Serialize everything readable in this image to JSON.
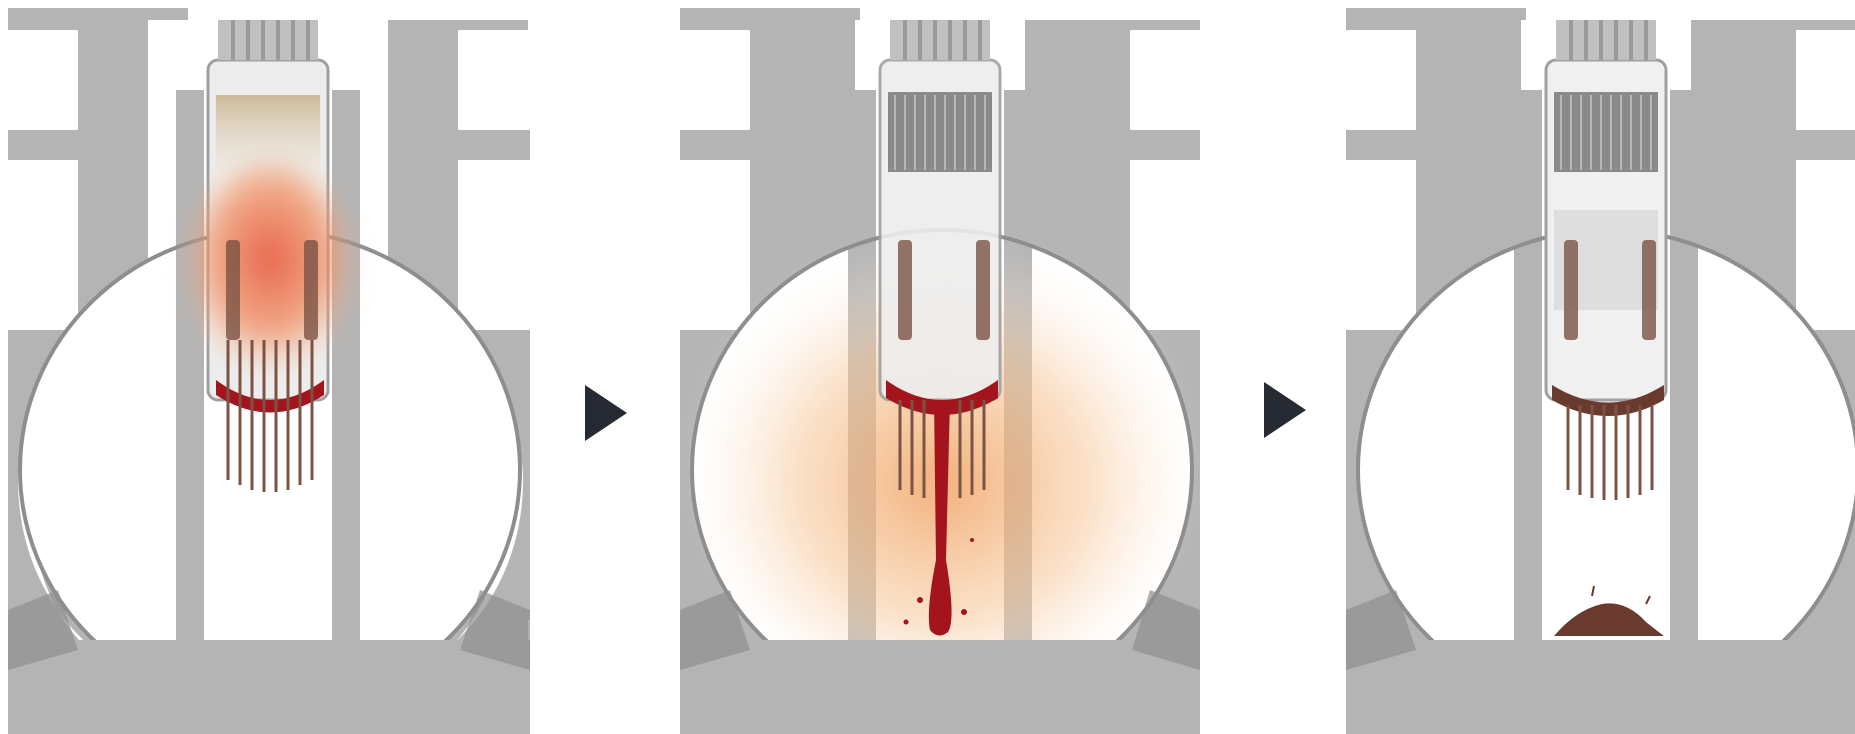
{
  "diagram": {
    "stages": [
      {
        "id": "overheating",
        "icon": "reactor-core-overheating-icon"
      },
      {
        "id": "melt-through",
        "icon": "reactor-core-meltthrough-icon"
      },
      {
        "id": "solidified",
        "icon": "reactor-debris-solidified-icon"
      }
    ],
    "arrows": [
      {
        "icon": "play-triangle-icon"
      },
      {
        "icon": "play-triangle-icon"
      }
    ],
    "colors": {
      "structure": "#b4b4b4",
      "structure_dark": "#8e8e8e",
      "background": "#ffffff",
      "glow_orange": "#f0a060",
      "molten": "#a3141c",
      "corium": "#6b3a2e",
      "fuel_rods": "#7a5344",
      "arrow": "#262a33"
    }
  }
}
